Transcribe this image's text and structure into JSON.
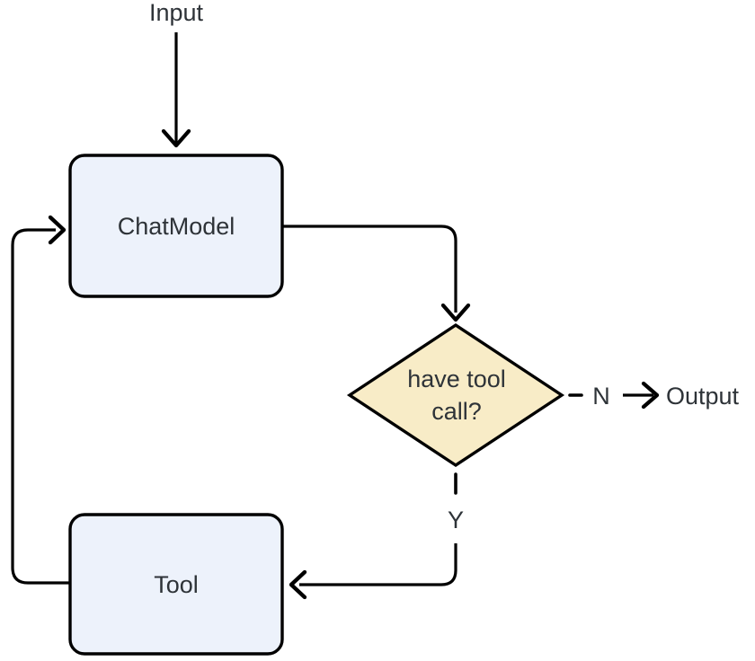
{
  "diagram": {
    "type": "flowchart",
    "nodes": {
      "input": {
        "label": "Input"
      },
      "chat_model": {
        "label": "ChatModel"
      },
      "decision": {
        "label": "have tool call?",
        "line1": "have tool",
        "line2": "call?"
      },
      "tool": {
        "label": "Tool"
      },
      "output": {
        "label": "Output"
      }
    },
    "edges": {
      "input_to_chatmodel": {
        "from": "input",
        "to": "chat_model",
        "style": "solid"
      },
      "chatmodel_to_decision": {
        "from": "chat_model",
        "to": "decision",
        "style": "solid"
      },
      "decision_no": {
        "from": "decision",
        "to": "output",
        "label": "N",
        "style": "dashed"
      },
      "decision_yes": {
        "from": "decision",
        "to": "tool",
        "label": "Y",
        "style": "dashed"
      },
      "tool_to_chatmodel": {
        "from": "tool",
        "to": "chat_model",
        "style": "solid"
      }
    },
    "labels": {
      "no_branch": "N",
      "yes_branch": "Y"
    },
    "colors": {
      "process_fill": "#EDF2FB",
      "decision_fill": "#F8ECC7",
      "stroke": "#000000",
      "text": "#2E3338"
    }
  }
}
